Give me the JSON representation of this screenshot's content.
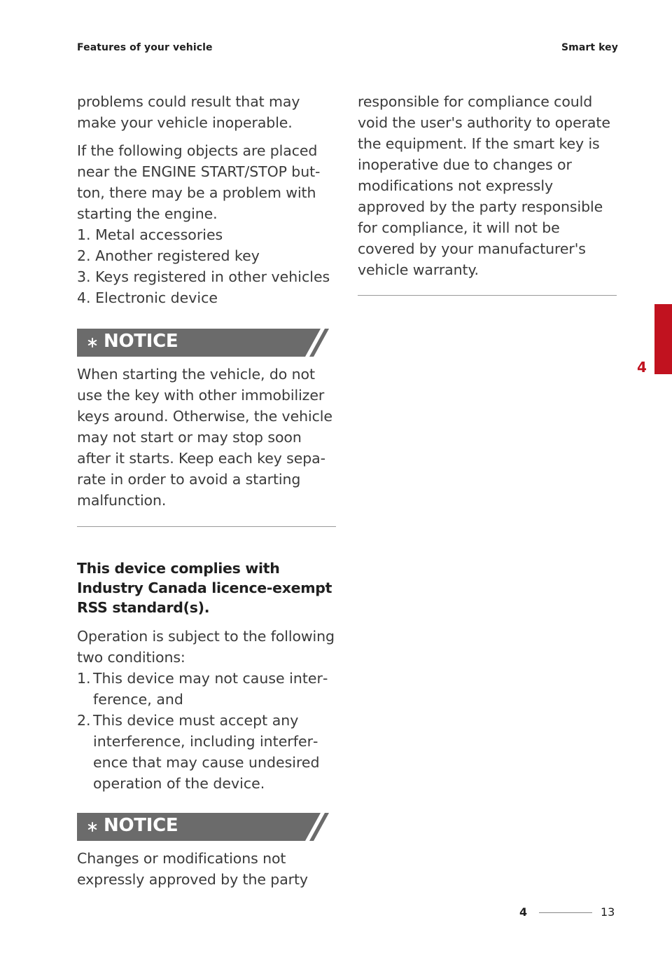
{
  "header": {
    "left": "Features of your vehicle",
    "right": "Smart key"
  },
  "left_column": {
    "intro_continuation": "problems could result that may make your vehicle inoperable.",
    "objects_intro": "If the following objects are placed near the ENGINE START/STOP but­ton, there may be a problem with starting the engine.",
    "objects_list": [
      {
        "num": "1.",
        "text": "Metal accessories"
      },
      {
        "num": "2.",
        "text": "Another registered key"
      },
      {
        "num": "3.",
        "text": "Keys registered in other vehicles"
      },
      {
        "num": "4.",
        "text": "Electronic device"
      }
    ],
    "notice1": {
      "title": "NOTICE",
      "body": "When starting the vehicle, do not use the key with other immobilizer keys around. Otherwise, the vehicle may not start or may stop soon after it starts. Keep each key sepa­rate in order to avoid a starting malfunction."
    },
    "compliance_heading": "This device complies with Industry Canada licence-exempt RSS stan­dard(s).",
    "operation_intro": "Operation is subject to the following two conditions:",
    "conditions": [
      {
        "num": "1.",
        "text": "This device may not cause inter­ference, and"
      },
      {
        "num": "2.",
        "text": "This device must accept any interference, including interfer­ence that may cause undesired operation of the device."
      }
    ],
    "notice2": {
      "title": "NOTICE",
      "body_start": "Changes or modifications not expressly approved by the party"
    }
  },
  "right_column": {
    "notice2_continuation": "responsible for compliance could void the user's authority to operate the equipment. If the smart key is inoperative due to changes or modi­fications not expressly approved by the party responsible for compli­ance, it will not be covered by your manufacturer's vehicle warranty."
  },
  "side_tab": {
    "label": "4",
    "color": "#c1121f"
  },
  "footer": {
    "chapter": "4",
    "page": "13"
  },
  "colors": {
    "notice_bar": "#6b6b6b",
    "accent_red": "#c1121f"
  },
  "icons": {
    "notice": "asterisk-icon",
    "notice_decoration": "double-slash-icon"
  }
}
